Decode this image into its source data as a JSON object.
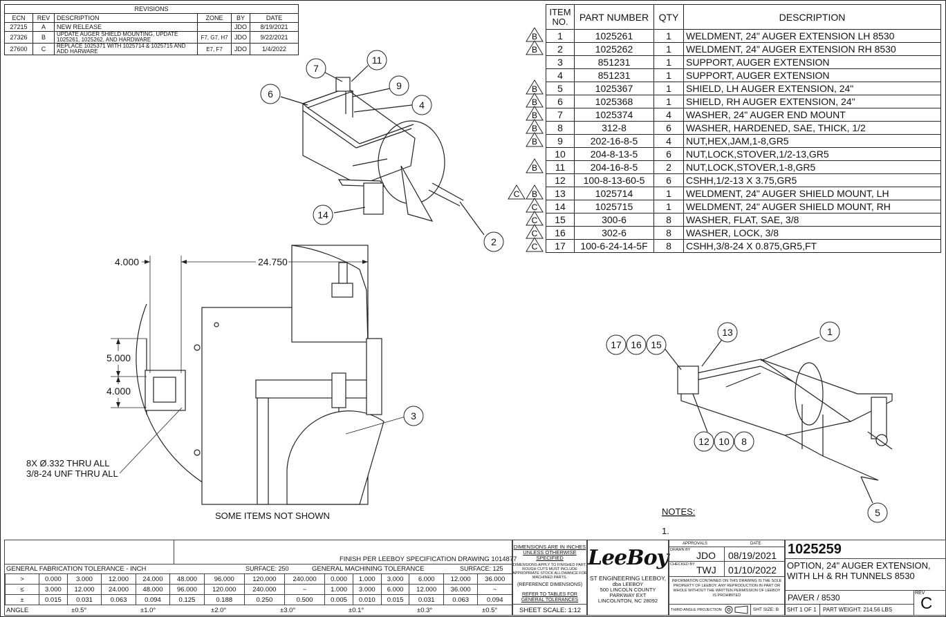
{
  "revisions": {
    "title": "REVISIONS",
    "headers": [
      "ECN",
      "REV",
      "DESCRIPTION",
      "ZONE",
      "BY",
      "DATE"
    ],
    "rows": [
      [
        "27215",
        "A",
        "NEW RELEASE",
        "",
        "JDO",
        "8/19/2021"
      ],
      [
        "27326",
        "B",
        "UPDATE AUGER SHIELD MOUNTING, UPDATE 1025261, 1025262, AND HARDWARE",
        "F7, G7, H7",
        "JDO",
        "9/22/2021"
      ],
      [
        "27600",
        "C",
        "REPLACE 1025371 WITH 1025714 & 1025715 AND ADD HARWARE",
        "E7, F7",
        "JDO",
        "1/4/2022"
      ]
    ]
  },
  "bom": {
    "headers": [
      "ITEM NO.",
      "PART NUMBER",
      "QTY",
      "DESCRIPTION"
    ],
    "rows": [
      {
        "item": "1",
        "part": "1025261",
        "qty": "1",
        "desc": "WELDMENT, 24\" AUGER EXTENSION LH 8530",
        "flag": "B"
      },
      {
        "item": "2",
        "part": "1025262",
        "qty": "1",
        "desc": "WELDMENT, 24\" AUGER EXTENSION RH 8530",
        "flag": "B"
      },
      {
        "item": "3",
        "part": "851231",
        "qty": "1",
        "desc": "SUPPORT, AUGER EXTENSION",
        "flag": ""
      },
      {
        "item": "4",
        "part": "851231",
        "qty": "1",
        "desc": "SUPPORT, AUGER EXTENSION",
        "flag": ""
      },
      {
        "item": "5",
        "part": "1025367",
        "qty": "1",
        "desc": "SHIELD, LH AUGER EXTENSION, 24\"",
        "flag": "B"
      },
      {
        "item": "6",
        "part": "1025368",
        "qty": "1",
        "desc": "SHIELD, RH AUGER EXTENSION, 24\"",
        "flag": "B"
      },
      {
        "item": "7",
        "part": "1025374",
        "qty": "4",
        "desc": "WASHER, 24\" AUGER END MOUNT",
        "flag": "B"
      },
      {
        "item": "8",
        "part": "312-8",
        "qty": "6",
        "desc": "WASHER, HARDENED, SAE, THICK, 1/2",
        "flag": "B"
      },
      {
        "item": "9",
        "part": "202-16-8-5",
        "qty": "4",
        "desc": "NUT,HEX,JAM,1-8,GR5",
        "flag": "B"
      },
      {
        "item": "10",
        "part": "204-8-13-5",
        "qty": "6",
        "desc": "NUT,LOCK,STOVER,1/2-13,GR5",
        "flag": ""
      },
      {
        "item": "11",
        "part": "204-16-8-5",
        "qty": "2",
        "desc": "NUT,LOCK,STOVER,1-8,GR5",
        "flag": "B"
      },
      {
        "item": "12",
        "part": "100-8-13-60-5",
        "qty": "6",
        "desc": "CSHH,1/2-13 X 3.75,GR5",
        "flag": ""
      },
      {
        "item": "13",
        "part": "1025714",
        "qty": "1",
        "desc": "WELDMENT, 24\" AUGER SHIELD MOUNT, LH",
        "flag": "CB"
      },
      {
        "item": "14",
        "part": "1025715",
        "qty": "1",
        "desc": "WELDMENT, 24\" AUGER SHIELD MOUNT, RH",
        "flag": "C"
      },
      {
        "item": "15",
        "part": "300-6",
        "qty": "8",
        "desc": "WASHER, FLAT, SAE, 3/8",
        "flag": "C"
      },
      {
        "item": "16",
        "part": "302-6",
        "qty": "8",
        "desc": "WASHER, LOCK, 3/8",
        "flag": "C"
      },
      {
        "item": "17",
        "part": "100-6-24-14-5F",
        "qty": "8",
        "desc": "CSHH,3/8-24 X 0.875,GR5,FT",
        "flag": "C"
      }
    ]
  },
  "view_top": {
    "balloons": [
      "7",
      "11",
      "9",
      "4",
      "6",
      "14",
      "2"
    ]
  },
  "view_front": {
    "dims": [
      "4.000",
      "24.750",
      "5.000",
      "4.000"
    ],
    "hole_note_1": "8X Ø.332 THRU ALL",
    "hole_note_2": "3/8-24 UNF THRU ALL",
    "balloon": "3",
    "caption": "SOME ITEMS NOT SHOWN"
  },
  "view_right": {
    "balloons": [
      "17",
      "16",
      "15",
      "13",
      "1",
      "12",
      "10",
      "8",
      "5"
    ]
  },
  "notes": {
    "title": "NOTES:",
    "item": "1."
  },
  "tolerance": {
    "finish": "FINISH PER LEEBOY SPECIFICATION DRAWING 1014877",
    "fab_title": "GENERAL FABRICATION TOLERANCE - INCH",
    "mach_title": "GENERAL MACHINING TOLERANCE",
    "surface_fab": "SURFACE: 250",
    "surface_mach": "SURFACE: 125",
    "row_gt": [
      ">",
      "0.000",
      "3.000",
      "12.000",
      "24.000",
      "48.000",
      "96.000",
      "120.000",
      "240.000",
      "0.000",
      "1.000",
      "3.000",
      "6.000",
      "12.000",
      "36.000"
    ],
    "row_le": [
      "≤",
      "3.000",
      "12.000",
      "24.000",
      "48.000",
      "96.000",
      "120.000",
      "240.000",
      "~",
      "1.000",
      "3.000",
      "6.000",
      "12.000",
      "36.000",
      "~"
    ],
    "row_pm": [
      "±",
      "0.015",
      "0.031",
      "0.063",
      "0.094",
      "0.125",
      "0.188",
      "0.250",
      "0.500",
      "0.005",
      "0.010",
      "0.015",
      "0.031",
      "0.063",
      "0.094"
    ],
    "angle_label": "ANGLE",
    "angles": [
      "±0.5°",
      "±1.0°",
      "±2.0°",
      "±3.0°",
      "±0.1°",
      "±0.3°",
      "±0.5°"
    ]
  },
  "dimnotes": {
    "l1": "DIMENSIONS ARE IN INCHES",
    "l2": "UNLESS OTHERWISE SPECIFIED",
    "l3": "DIMENSIONS APPLY TO FINISHED PART. ROUGH CUTS MUST INCLUDE APPROPRIATE STOCK ALLOWANCE FOR MACHINED PARTS.",
    "l4": "(REFERENCE DIMENSIONS)",
    "l5": "REFER TO TABLES FOR GENERAL TOLERANCES",
    "scale": "SHEET SCALE: 1:12"
  },
  "company": {
    "logo": "LeeBoy",
    "l1": "ST ENGINEERING LEEBOY,",
    "l2": "dba LEEBOY",
    "l3": "500 LINCOLN COUNTY",
    "l4": "PARKWAY EXT",
    "l5": "LINCOLNTON, NC  28092"
  },
  "approvals": {
    "title": "APPROVALS",
    "date_h": "DATE",
    "drawn_label": "DRAWN BY",
    "drawn_by": "JDO",
    "drawn_date": "08/19/2021",
    "checked_label": "CHECKED BY",
    "checked_by": "TWJ",
    "checked_date": "01/10/2022",
    "prop": "INFORMATION CONTAINED ON THIS DRAWING IS THE SOLE PROPERTY OF LEEBOY. ANY REPRODUCTION IN PART OR WHOLE WITHOUT THE WRITTEN PERMISSION OF LEEBOY IS PROHIBITED",
    "projection": "THIRD ANGLE PROJECTION",
    "sht_size": "SHT SIZE: B"
  },
  "title_block": {
    "number": "1025259",
    "title": "OPTION, 24\" AUGER EXTENSION, WITH LH & RH TUNNELS 8530",
    "model": "PAVER / 8530",
    "rev_label": "REV",
    "rev": "C",
    "sheet": "SHT 1 OF 1",
    "weight": "PART WEIGHT: 214.56 LBS"
  }
}
